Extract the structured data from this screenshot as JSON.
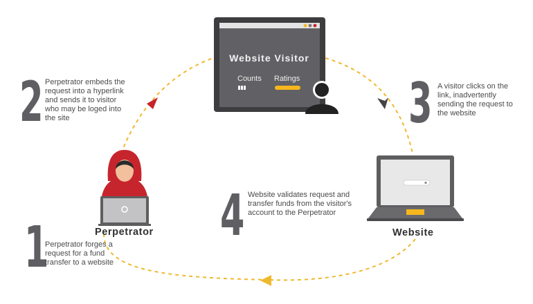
{
  "visitor_window": {
    "title": "Website Visitor",
    "counts_label": "Counts",
    "ratings_label": "Ratings"
  },
  "labels": {
    "perpetrator": "Perpetrator",
    "website": "Website"
  },
  "steps": [
    {
      "number": "1",
      "text": "Perpetrator forges a request for a fund transfer to a website"
    },
    {
      "number": "2",
      "text": "Perpetrator embeds the request into a hyperlink and sends it to visitor who may be loged into the site"
    },
    {
      "number": "3",
      "text": "A visitor clicks on the link, inadvertently sending the request to the website"
    },
    {
      "number": "4",
      "text": "Website validates request and transfer funds from the visitor's account to the Perpetrator"
    }
  ],
  "colors": {
    "cycle_path": "#f0b82d",
    "arrow_red": "#c6252d",
    "arrow_dark": "#444444",
    "arrow_gold": "#f0b82d",
    "dark_gray": "#5a5a5e",
    "hood_red": "#c6252d",
    "accent_yellow": "#f7b71c"
  },
  "icons": [
    "hacker-icon",
    "laptop-icon",
    "monitor-icon",
    "user-icon",
    "arrow-icon"
  ]
}
